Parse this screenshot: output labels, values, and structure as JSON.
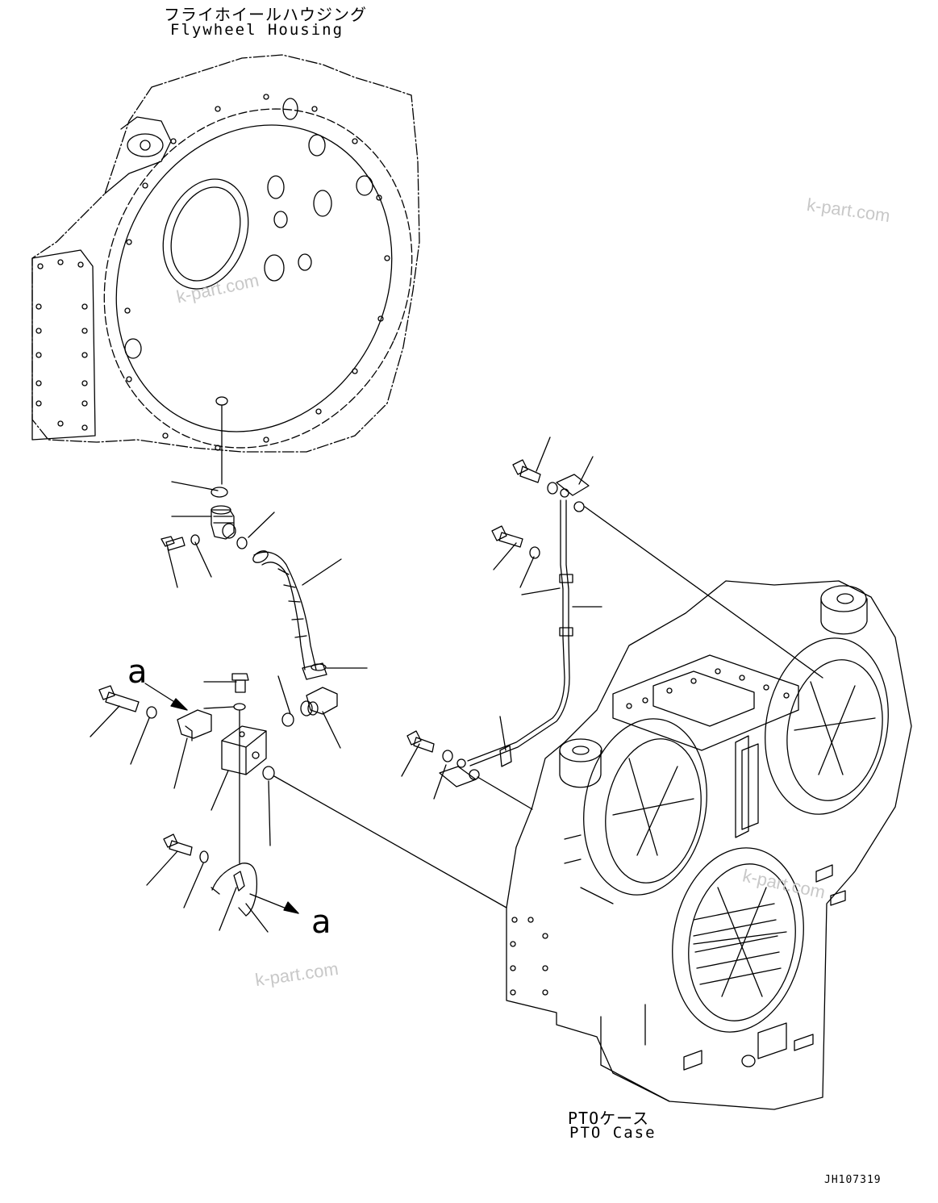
{
  "labels": {
    "flywheel_jp": "フライホイールハウジング",
    "flywheel_en": "Flywheel Housing",
    "pto_jp": "PTOケース",
    "pto_en": "PTO Case",
    "callout_a": "a",
    "drawing_code": "JH107319"
  },
  "watermark": "k-part.com",
  "colors": {
    "line": "#000000",
    "watermark": "#c8c8c8",
    "background": "#ffffff"
  }
}
